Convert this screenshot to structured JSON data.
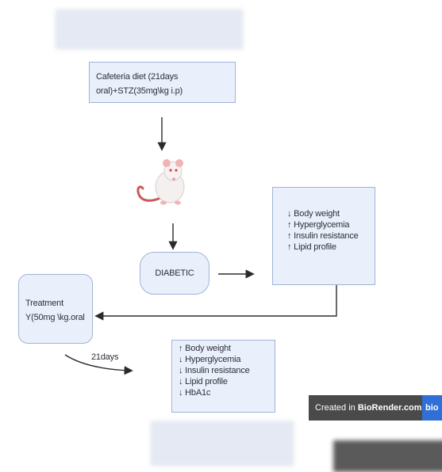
{
  "top_box": {
    "text": "Cafeteria diet (21days oral)+STZ(35mg\\kg i.p)"
  },
  "diabetic_box": {
    "label": "DIABETIC"
  },
  "effects_box": {
    "lines": [
      "↓ Body weight",
      "↑ Hyperglycemia",
      "↑ Insulin resistance",
      "↑ Lipid profile"
    ]
  },
  "treatment_box": {
    "text": "Treatment Y(50mg \\kg.oral"
  },
  "duration_label": "21days",
  "outcome_box": {
    "lines": [
      "↑ Body weight",
      "↓ Hyperglycemia",
      "↓ Insulin resistance",
      "↓ Lipid profile",
      "↓ HbA1c"
    ]
  },
  "badge": {
    "text_prefix": "Created in ",
    "text_brand": "BioRender.com",
    "logo": "bio"
  },
  "colors": {
    "box_fill": "#eaf0fb",
    "box_border": "#9fb3d6",
    "arrow": "#2b2b2b",
    "badge_bg": "#4a4a4a",
    "badge_logo_bg": "#2f6fd6",
    "mouse_tail": "#c95a5a"
  },
  "icons": {
    "mouse": "lab-mouse-icon",
    "arrow": "arrow-icon"
  }
}
